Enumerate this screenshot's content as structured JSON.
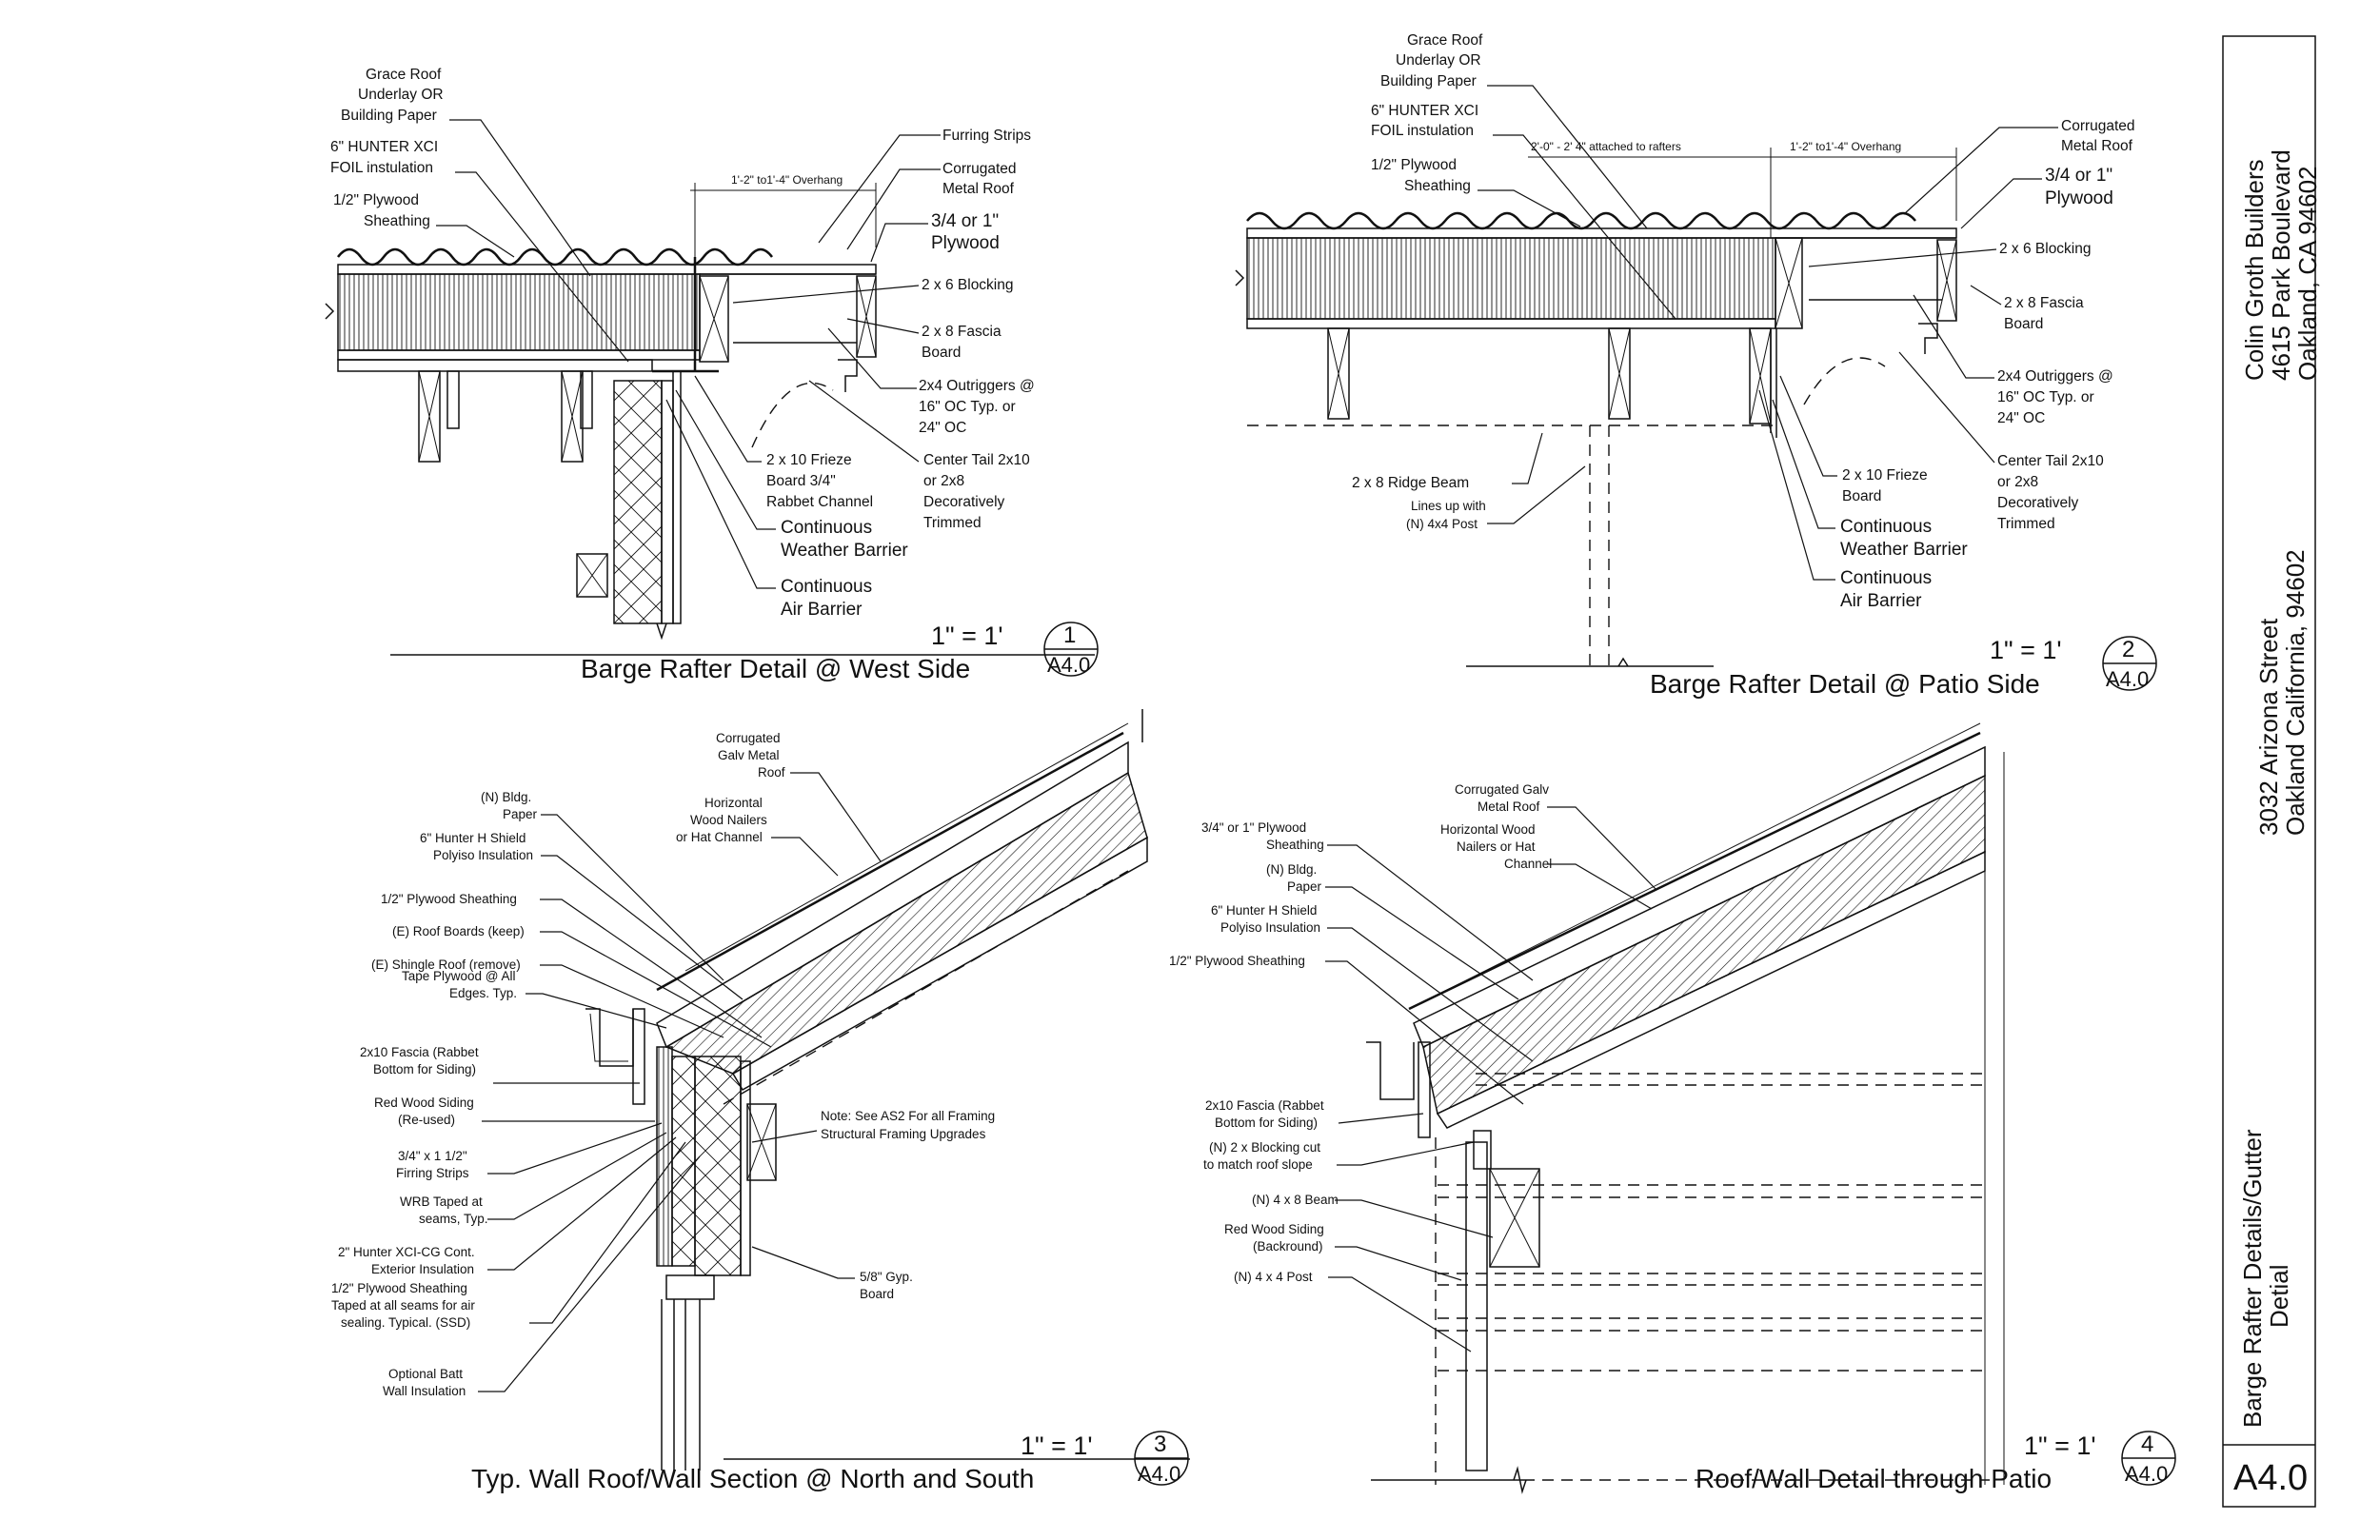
{
  "title_block": {
    "builder_name": "Colin Groth Builders",
    "builder_street": "4615 Park Boulevard",
    "builder_city": "Oakland, CA 94602",
    "project_street": "3032 Arizona Street",
    "project_city": "Oakland California, 94602",
    "sheet_title_line1": "Barge Rafter Details/Gutter",
    "sheet_title_line2": "Detial",
    "sheet_number": "A4.0"
  },
  "details": [
    {
      "number": "1",
      "sheet": "A4.0",
      "scale": "1\" = 1'",
      "title": "Barge Rafter Detail @ West Side",
      "dimension": "1'-2\" to1'-4\" Overhang",
      "labels": [
        "Grace Roof",
        "Underlay OR",
        "Building Paper",
        "6\"  HUNTER XCI",
        "FOIL instulation",
        "1/2\" Plywood",
        "Sheathing",
        "Furring Strips",
        "Corrugated",
        "Metal Roof",
        "3/4 or 1\"",
        "Plywood",
        "2 x 6 Blocking",
        "2 x 8 Fascia",
        "Board",
        "2x4 Outriggers @",
        "16\" OC Typ. or",
        "24\" OC",
        "2 x 10 Frieze",
        "Board 3/4\"",
        "Rabbet Channel",
        "Center Tail 2x10",
        "or 2x8",
        "Decoratively",
        "Trimmed",
        "Continuous",
        "Weather Barrier",
        "Continuous",
        "Air Barrier"
      ]
    },
    {
      "number": "2",
      "sheet": "A4.0",
      "scale": "1\" = 1'",
      "title": "Barge Rafter Detail @ Patio Side",
      "dimension_a": "2'-0\" - 2' 4\" attached to rafters",
      "dimension_b": "1'-2\" to1'-4\" Overhang",
      "labels": [
        "Grace Roof",
        "Underlay OR",
        "Building Paper",
        "6\"  HUNTER XCI",
        "FOIL instulation",
        "1/2\" Plywood",
        "Sheathing",
        "Corrugated",
        "Metal Roof",
        "3/4 or 1\"",
        "Plywood",
        "2 x 6 Blocking",
        "2 x 8 Fascia",
        "Board",
        "2x4 Outriggers @",
        "16\" OC Typ. or",
        "24\" OC",
        "Center Tail 2x10",
        "or 2x8",
        "Decoratively",
        "Trimmed",
        "2 x 10 Frieze",
        "Board",
        "Continuous",
        "Weather Barrier",
        "Continuous",
        "Air Barrier",
        "2 x 8 Ridge Beam",
        "Lines up with",
        "(N) 4x4 Post"
      ]
    },
    {
      "number": "3",
      "sheet": "A4.0",
      "scale": "1\" = 1'",
      "title": "Typ. Wall Roof/Wall Section @ North and South",
      "note": [
        "Note: See AS2 For all Framing",
        "Structural Framing Upgrades"
      ],
      "labels": [
        "Corrugated",
        "Galv Metal",
        "Roof",
        "Horizontal",
        "Wood Nailers",
        "or Hat Channel",
        "(N) Bldg.",
        "Paper",
        "6\" Hunter H Shield",
        "Polyiso Insulation",
        "1/2\" Plywood Sheathing",
        "(E) Roof Boards (keep)",
        "(E) Shingle Roof (remove)",
        "Tape Plywood @ All",
        "Edges. Typ.",
        "2x10 Fascia (Rabbet",
        "Bottom for Siding)",
        "Red Wood Siding",
        "(Re-used)",
        "3/4\" x 1 1/2\"",
        "Firring Strips",
        "WRB Taped at",
        "seams, Typ.",
        "2\" Hunter XCI-CG Cont.",
        "Exterior Insulation",
        "1/2\" Plywood Sheathing",
        "Taped at all seams for air",
        "sealing. Typical.  (SSD)",
        "Optional Batt",
        "Wall Insulation",
        "5/8\" Gyp.",
        "Board"
      ]
    },
    {
      "number": "4",
      "sheet": "A4.0",
      "scale": "1\" = 1'",
      "title": "Roof/Wall Detail through Patio",
      "labels": [
        "Corrugated Galv",
        "Metal Roof",
        "Horizontal Wood",
        "Nailers  or Hat",
        "Channel",
        "3/4\" or 1\" Plywood",
        "Sheathing",
        "(N) Bldg.",
        "Paper",
        "6\" Hunter H Shield",
        "Polyiso Insulation",
        "1/2\" Plywood Sheathing",
        "2x10 Fascia (Rabbet",
        "Bottom for Siding)",
        "(N) 2 x Blocking cut",
        "to match roof slope",
        "(N) 4 x 8 Beam",
        "Red Wood Siding",
        "(Backround)",
        "(N) 4 x 4 Post"
      ]
    }
  ]
}
